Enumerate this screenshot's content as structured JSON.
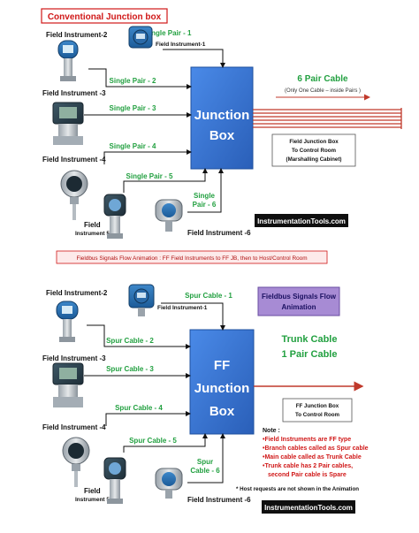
{
  "top": {
    "title": "Conventional Junction box",
    "instruments": {
      "fi1": "Field Instrument-1",
      "fi2": "Field Instrument-2",
      "fi3": "Field Instrument -3",
      "fi4": "Field Instrument -4",
      "fi5a": "Field",
      "fi5b": "Instrument 5",
      "fi6": "Field Instrument -6"
    },
    "pairs": {
      "p1": "Single Pair - 1",
      "p2": "Single Pair - 2",
      "p3": "Single Pair - 3",
      "p4": "Single Pair - 4",
      "p5": "Single Pair - 5",
      "p6a": "Single",
      "p6b": "Pair - 6"
    },
    "jb_line1": "Junction",
    "jb_line2": "Box",
    "cable_title": "6 Pair Cable",
    "cable_sub": "(Only One Cable – inside Pairs )",
    "dest_line1": "Field Junction Box",
    "dest_line2": "To Control Room",
    "dest_line3": "(Marshalling Cabinet)",
    "watermark": "InstrumentationTools.com"
  },
  "middle_caption": "Fieldbus Signals Flow Animation : FF Field Instruments to FF JB, then to Host/Control Room",
  "bottom": {
    "title_line1": "Fieldbus Signals Flow",
    "title_line2": "Animation",
    "instruments": {
      "fi1": "Field Instrument-1",
      "fi2": "Field Instrument-2",
      "fi3": "Field Instrument -3",
      "fi4": "Field Instrument -4",
      "fi5a": "Field",
      "fi5b": "Instrument 5",
      "fi6": "Field Instrument -6"
    },
    "spurs": {
      "s1": "Spur Cable - 1",
      "s2": "Spur Cable - 2",
      "s3": "Spur Cable - 3",
      "s4": "Spur Cable - 4",
      "s5": "Spur Cable - 5",
      "s6a": "Spur",
      "s6b": "Cable - 6"
    },
    "jb_line1": "FF",
    "jb_line2": "Junction",
    "jb_line3": "Box",
    "trunk_line1": "Trunk Cable",
    "trunk_line2": "1 Pair Cable",
    "dest_line1": "FF Junction Box",
    "dest_line2": "To Control Room",
    "note_title": "Note :",
    "notes": [
      "•Field Instruments are FF type",
      "•Branch cables called as Spur cable",
      "•Main cable called as Trunk Cable",
      "•Trunk cable has 2 Pair cables,",
      "second Pair cable is Spare"
    ],
    "footnote": "* Host requests are not shown in the Animation",
    "watermark": "InstrumentationTools.com"
  },
  "colors": {
    "jb_blue": "#3a78d6",
    "cable_red": "#c0392b",
    "green_label": "#22a040",
    "title_red": "#d01818",
    "purple_box": "#a78bd4"
  }
}
